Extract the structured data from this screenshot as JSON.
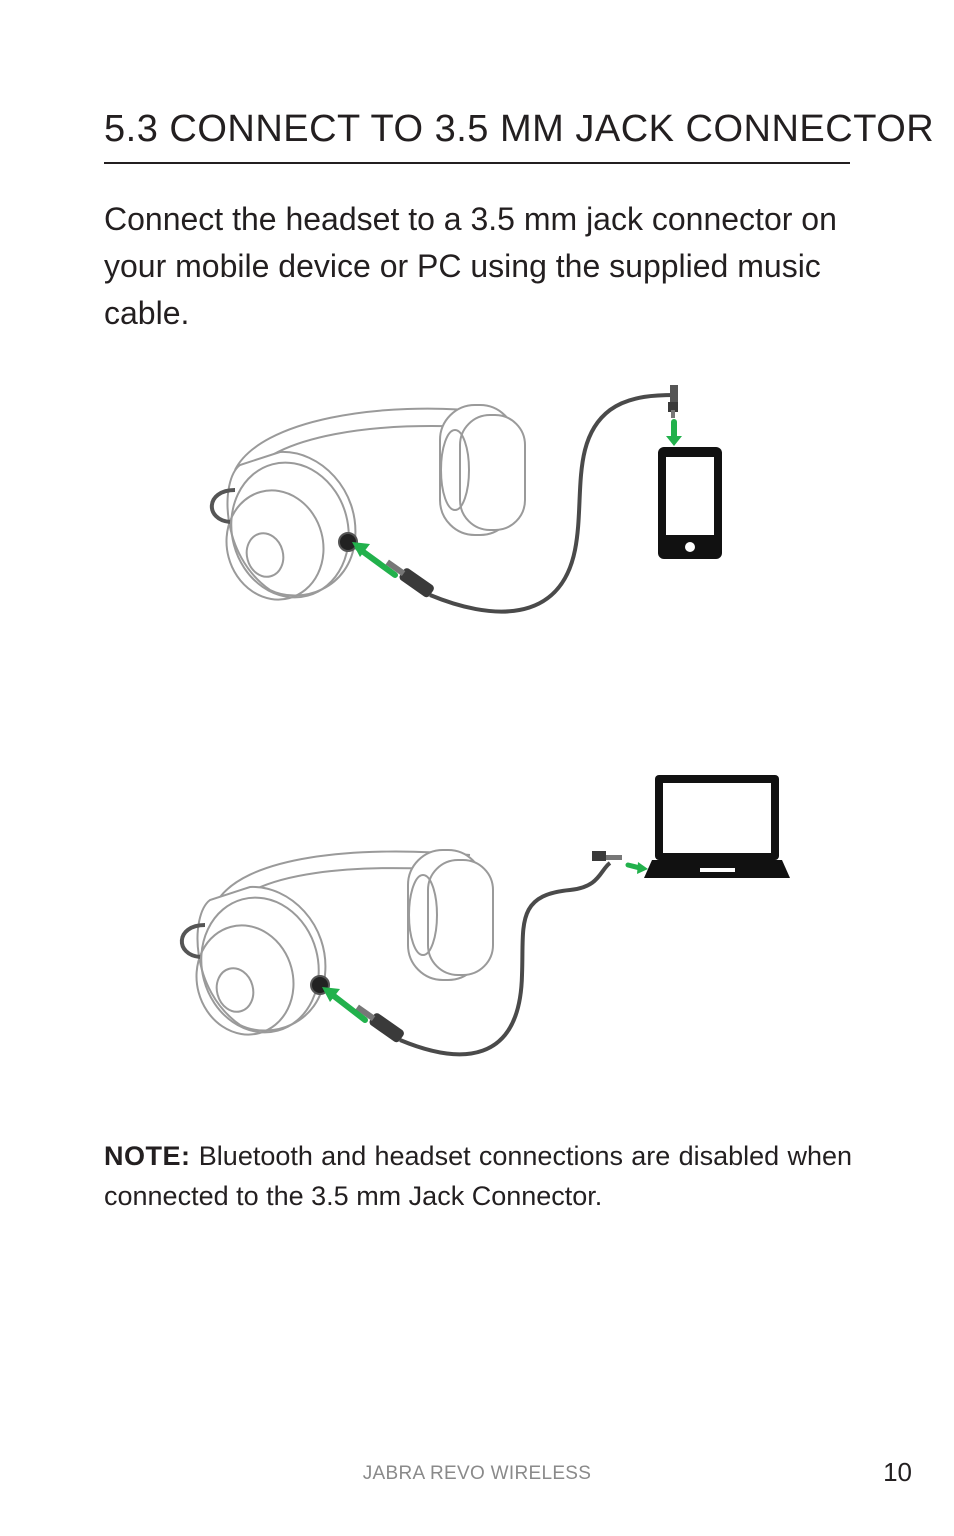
{
  "section": {
    "title": "5.3 CONNECT TO 3.5 MM JACK CONNECTOR",
    "intro": "Connect the headset to a 3.5 mm jack connector on your mobile device or PC using the supplied music cable."
  },
  "note": {
    "label": "NOTE:",
    "text": " Bluetooth and headset connections are disabled when connected to the 3.5 mm Jack Connector."
  },
  "footer": {
    "product": "JABRA REVO WIRELESS",
    "page_number": "10"
  },
  "colors": {
    "arrow": "#22b14c",
    "outline": "#9a9a9a",
    "cable": "#4a4a4a",
    "device": "#111111"
  },
  "icons": [
    "headset-icon",
    "phone-icon",
    "laptop-icon",
    "jack-plug-icon",
    "arrow-icon"
  ]
}
